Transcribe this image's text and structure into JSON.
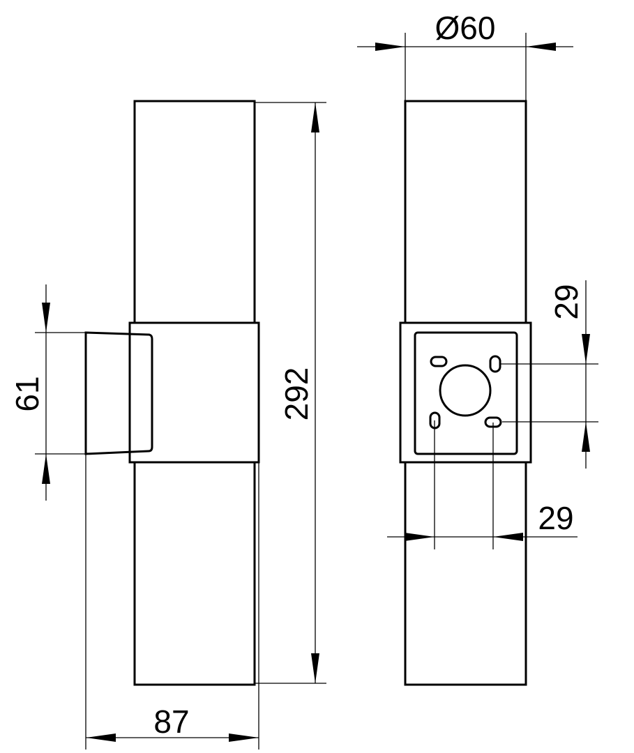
{
  "drawing": {
    "side_view": {
      "height_label": "292",
      "bracket_height_label": "61",
      "depth_label": "87"
    },
    "front_view": {
      "diameter_label": "Ø60",
      "hole_vertical_spacing_label": "29",
      "hole_horizontal_spacing_label": "29"
    },
    "line_color": "#000000",
    "background_color": "#ffffff"
  }
}
